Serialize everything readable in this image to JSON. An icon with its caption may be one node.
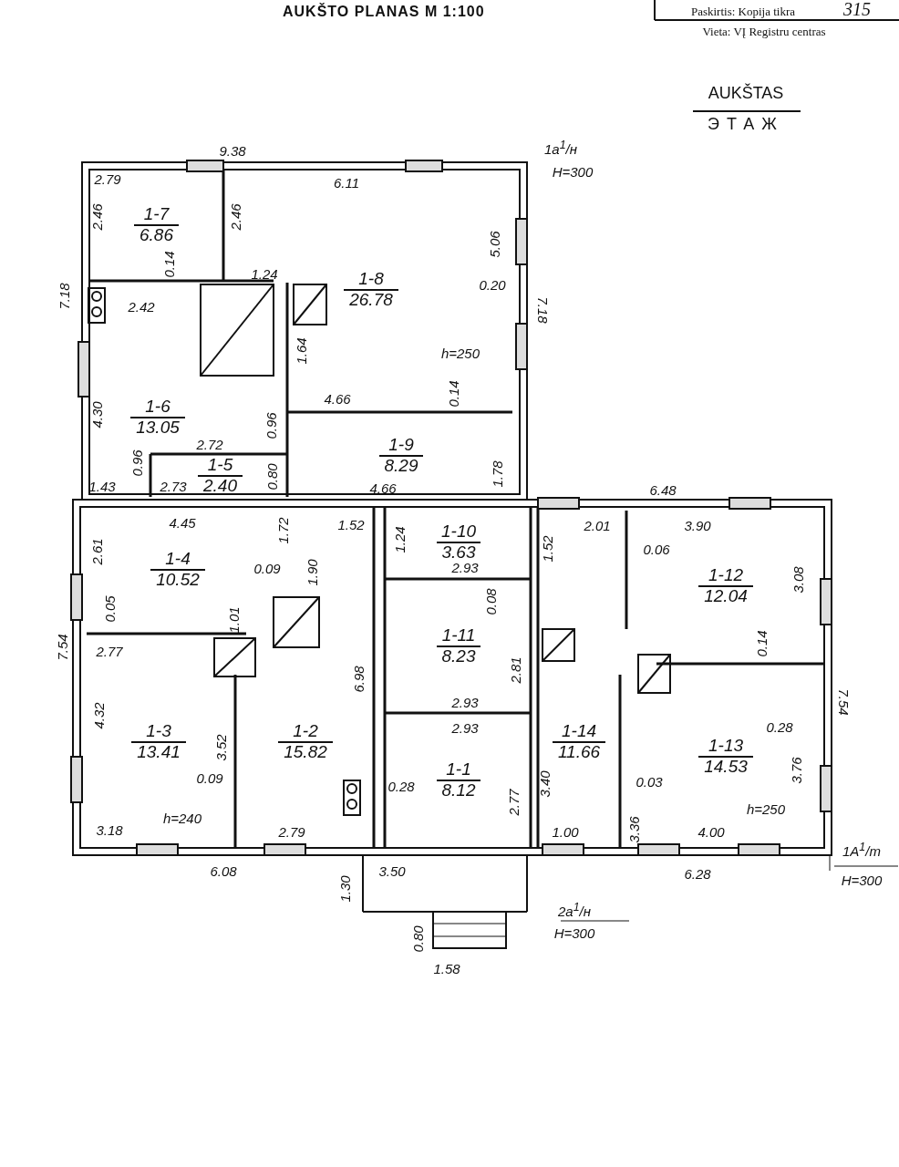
{
  "diagram": {
    "title": "AUKŠTO PLANAS M 1:100",
    "nodes": [
      {
        "text": [
          "1-7",
          "6.86"
        ]
      },
      {
        "text": [
          "1-8",
          "26.78"
        ]
      },
      {
        "text": [
          "1-6",
          "13.05"
        ]
      },
      {
        "text": [
          "1-9",
          "8.29"
        ]
      },
      {
        "text": [
          "1-5",
          "2.40"
        ]
      },
      {
        "text": [
          "1-4",
          "10.52"
        ]
      },
      {
        "text": [
          "1-10",
          "3.63"
        ]
      },
      {
        "text": [
          "1-12",
          "12.04"
        ]
      },
      {
        "text": [
          "1-11",
          "8.23"
        ]
      },
      {
        "text": [
          "1-3",
          "13.41"
        ]
      },
      {
        "text": [
          "1-2",
          "15.82"
        ]
      },
      {
        "text": [
          "1-1",
          "8.12"
        ]
      },
      {
        "text": [
          "1-14",
          "11.66"
        ]
      },
      {
        "text": [
          "1-13",
          "14.53"
        ]
      }
    ],
    "edges": [],
    "labels": [
      "Paskirtis: Kopija tikra",
      "315",
      "Vieta: VĮ Registru centras",
      "AUKŠTAS",
      "ЭТАЖ",
      "9.38",
      "1a$^{1}$/н",
      "H=300",
      "2.79",
      "6.11",
      "2.46",
      "2.46",
      "5.06",
      "0.14",
      "1.24",
      "0.20",
      "7.18",
      "2.42",
      "7.18",
      "1.64",
      "h=250",
      "4.66",
      "0.14",
      "4.30",
      "0.96",
      "2.72",
      "0.96",
      "0.80",
      "1.78",
      "1.43",
      "2.73",
      "4.66",
      "6.48",
      "4.45",
      "1.72",
      "1.52",
      "1.24",
      "2.01",
      "3.90",
      "2.61",
      "0.09",
      "1.90",
      "2.93",
      "1.52",
      "0.06",
      "3.08",
      "0.05",
      "1.01",
      "0.08",
      "7.54",
      "2.77",
      "0.14",
      "6.98",
      "2.81",
      "4.32",
      "2.93",
      "2.93",
      "0.28",
      "7.54",
      "3.52",
      "3.76",
      "0.09",
      "0.28",
      "3.40",
      "0.03",
      "h=240",
      "2.77",
      "h=250",
      "3.18",
      "2.79",
      "1.00",
      "3.36",
      "4.00",
      "1A$^{1}$/m",
      "6.08",
      "3.50",
      "6.28",
      "H=300",
      "1.30",
      "2a$^{1}$/н",
      "H=300",
      "0.80",
      "1.58"
    ]
  }
}
